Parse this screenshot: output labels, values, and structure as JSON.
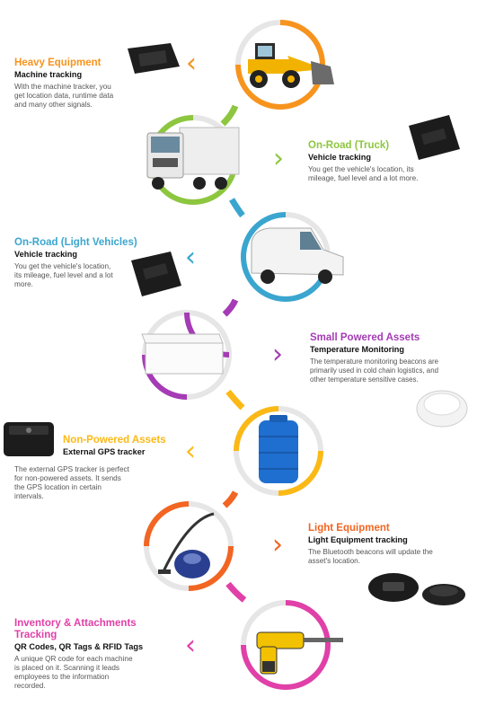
{
  "colors": {
    "orange": "#f7941d",
    "green": "#8dc63f",
    "blue": "#3aa6cf",
    "purple": "#a53bb5",
    "yellow": "#fbb916",
    "red_orange": "#f26522",
    "magenta": "#e040a8"
  },
  "sections": [
    {
      "id": "heavy",
      "title": "Heavy Equipment",
      "subtitle": "Machine tracking",
      "desc_lines": [
        "With the machine tracker, you",
        "get location data, runtime data",
        "and many other signals."
      ],
      "color": "#f7941d",
      "device": "gps-tracker-icon",
      "asset": "wheel-loader-icon"
    },
    {
      "id": "truck",
      "title": "On-Road (Truck)",
      "subtitle": "Vehicle tracking",
      "desc_lines": [
        "You get the vehicle's location, its",
        "mileage, fuel level and a lot more."
      ],
      "color": "#8dc63f",
      "device": "obd-tracker-icon",
      "asset": "truck-icon"
    },
    {
      "id": "light_vehicles",
      "title": "On-Road (Light Vehicles)",
      "subtitle": "Vehicle tracking",
      "desc_lines": [
        "You get the vehicle's location,",
        "its mileage, fuel level and a lot",
        "more."
      ],
      "color": "#3aa6cf",
      "device": "obd-tracker-icon",
      "asset": "van-icon"
    },
    {
      "id": "small_powered",
      "title": "Small Powered Assets",
      "subtitle": "Temperature Monitoring",
      "desc_lines": [
        "The temperature monitoring beacons are",
        "primarily used in cold chain logistics, and",
        "other temperature sensitive cases."
      ],
      "color": "#a53bb5",
      "device": "beacon-icon",
      "asset": "freezer-icon"
    },
    {
      "id": "non_powered",
      "title": "Non-Powered Assets",
      "subtitle": "External GPS tracker",
      "desc_lines": [
        "The external GPS tracker is perfect",
        "for non-powered assets. It sends",
        "the GPS location in certain",
        "intervals."
      ],
      "color": "#fbb916",
      "device": "external-gps-tracker-icon",
      "asset": "water-tank-icon"
    },
    {
      "id": "light_equipment",
      "title": "Light Equipment",
      "subtitle": "Light Equipment tracking",
      "desc_lines": [
        "The Bluetooth beacons will update the",
        "asset's location."
      ],
      "color": "#f26522",
      "device": "bluetooth-beacon-icon",
      "asset": "vacuum-cleaner-icon"
    },
    {
      "id": "inventory",
      "title_lines": [
        "Inventory & Attachments",
        "Tracking"
      ],
      "subtitle": "QR Codes, QR Tags & RFID Tags",
      "desc_lines": [
        "A unique QR code for each machine",
        "is placed on it. Scanning it leads",
        "employees to the information",
        "recorded."
      ],
      "color": "#e040a8",
      "device": "",
      "asset": "power-drill-icon"
    }
  ],
  "chevron_glyph_left": "‹",
  "chevron_glyph_right": "›"
}
